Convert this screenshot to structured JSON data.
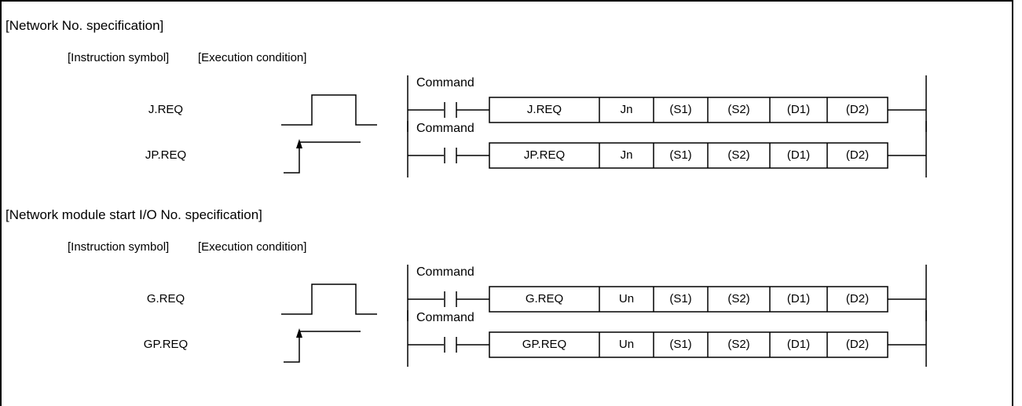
{
  "sections": [
    {
      "heading": "[Network No. specification]",
      "columns": {
        "symbol": "[Instruction symbol]",
        "condition": "[Execution condition]"
      },
      "rows": [
        {
          "symbol": "J.REQ",
          "condition": "pulse",
          "command": "Command",
          "operands": [
            "J.REQ",
            "Jn",
            "(S1)",
            "(S2)",
            "(D1)",
            "(D2)"
          ]
        },
        {
          "symbol": "JP.REQ",
          "condition": "rising-edge",
          "command": "Command",
          "operands": [
            "JP.REQ",
            "Jn",
            "(S1)",
            "(S2)",
            "(D1)",
            "(D2)"
          ]
        }
      ]
    },
    {
      "heading": "[Network module start I/O No. specification]",
      "columns": {
        "symbol": "[Instruction symbol]",
        "condition": "[Execution condition]"
      },
      "rows": [
        {
          "symbol": "G.REQ",
          "condition": "pulse",
          "command": "Command",
          "operands": [
            "G.REQ",
            "Un",
            "(S1)",
            "(S2)",
            "(D1)",
            "(D2)"
          ]
        },
        {
          "symbol": "GP.REQ",
          "condition": "rising-edge",
          "command": "Command",
          "operands": [
            "GP.REQ",
            "Un",
            "(S1)",
            "(S2)",
            "(D1)",
            "(D2)"
          ]
        }
      ]
    }
  ]
}
